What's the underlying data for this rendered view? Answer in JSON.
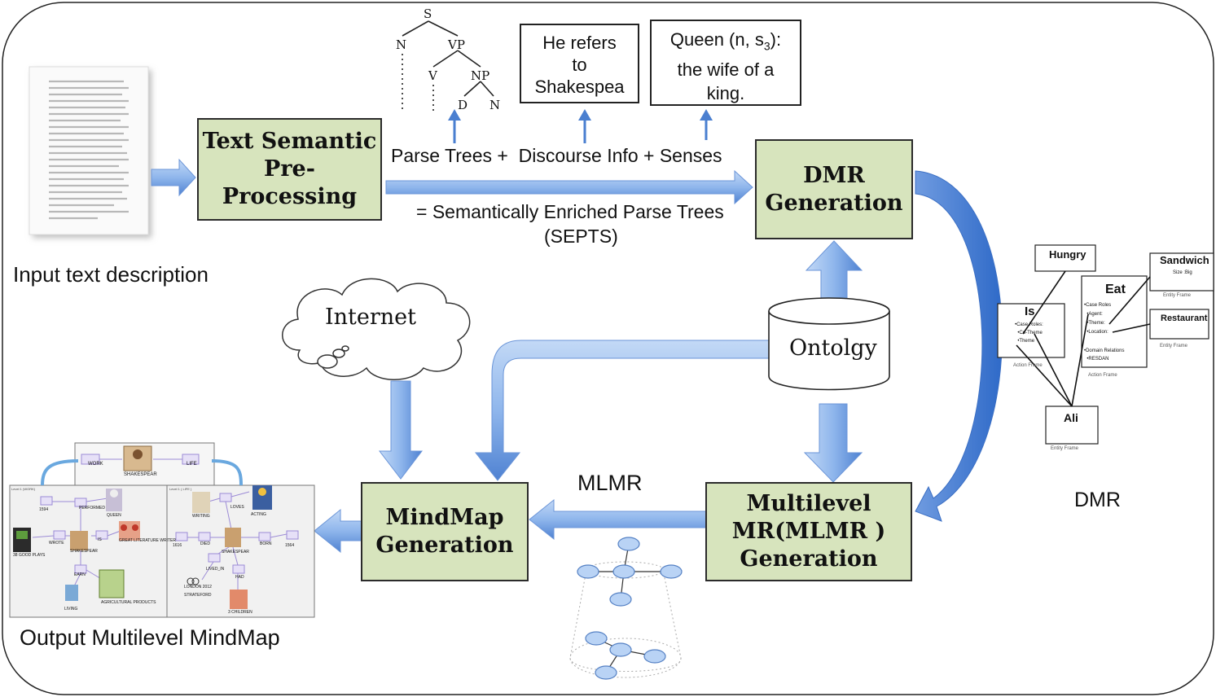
{
  "input": {
    "caption": "Input text description"
  },
  "boxes": {
    "text_semantic": "Text Semantic\nPre-\nProcessing",
    "dmr_generation": "DMR\nGeneration",
    "mindmap_generation": "MindMap\nGeneration",
    "mlmr_generation": "Multilevel\nMR(MLMR )\nGeneration"
  },
  "callouts": {
    "discourse": "He refers\nto\nShakespea\nre",
    "sense_main": "Queen (n, s",
    "sense_sub": "3",
    "sense_tail": "):\nthe wife of a\nking."
  },
  "parse_tree": {
    "nodes": {
      "s": "S",
      "n": "N",
      "vp": "VP",
      "v": "V",
      "np": "NP",
      "d": "D",
      "n2": "N"
    }
  },
  "labels": {
    "enrichment": "Parse Trees +  Discourse Info + Senses",
    "septs_line1": "= Semantically Enriched Parse Trees",
    "septs_line2": "(SEPTS)",
    "mlmr": "MLMR",
    "dmr": "DMR",
    "output": "Output Multilevel MindMap"
  },
  "cloud": {
    "label": "Internet"
  },
  "ontology": {
    "label": "Ontolgy"
  },
  "dmr_frames": {
    "hungry": "Hungry",
    "is": "Is",
    "is_roles": "•Case Roles:\n  •Co-Theme\n  •Theme",
    "is_caption": "Action Frame",
    "eat": "Eat",
    "eat_roles": "•Case Roles\n  •Agent:\n  •Theme:\n  •Location:",
    "eat_domain": "•Domain Relations\n  •RESDAN",
    "eat_caption": "Action Frame",
    "sandwich": "Sandwich",
    "sandwich_attr": "Size :Big",
    "sandwich_caption": "Entity Frame",
    "restaurant": "Restaurant",
    "restaurant_caption": "Entity Frame",
    "ali": "Ali",
    "ali_caption": "Entity Frame"
  },
  "mindmap": {
    "top_work": "WORK",
    "top_life": "LIFE",
    "top_center": "SHAKESPEAR",
    "left_header": "Level 1 (WORK)",
    "right_header": "Level 1 ( LIFE )",
    "left_nodes": {
      "year": "1594",
      "performed": "PERFORMED",
      "queen": "QUEEN",
      "wrote": "WROTE",
      "shakespear": "SHAKESPEAR",
      "is": "IS",
      "great": "GREAT LITERATURE WRITER",
      "plays": "38 GOOD PLAYS",
      "earn": "EARN",
      "living": "LIVING",
      "agri": "AGRICULTURAL PRODUCTS"
    },
    "right_nodes": {
      "writing": "WRITING",
      "loves": "LOVES",
      "acting": "ACTING",
      "year1": "1616",
      "died": "DIED",
      "shakespear": "SHAKESPEAR",
      "born": "BORN",
      "year2": "1564",
      "lived_in": "LIVED_IN",
      "had": "HAD",
      "london": "LONDON 2012",
      "stratford": "STRATEFORD",
      "children": "3 CHILDREN"
    }
  },
  "colors": {
    "box_fill": "#d7e4bd",
    "arrow_light": "#a9c8f1",
    "arrow_dark": "#4a7fd0",
    "border": "#2b2b2b"
  }
}
